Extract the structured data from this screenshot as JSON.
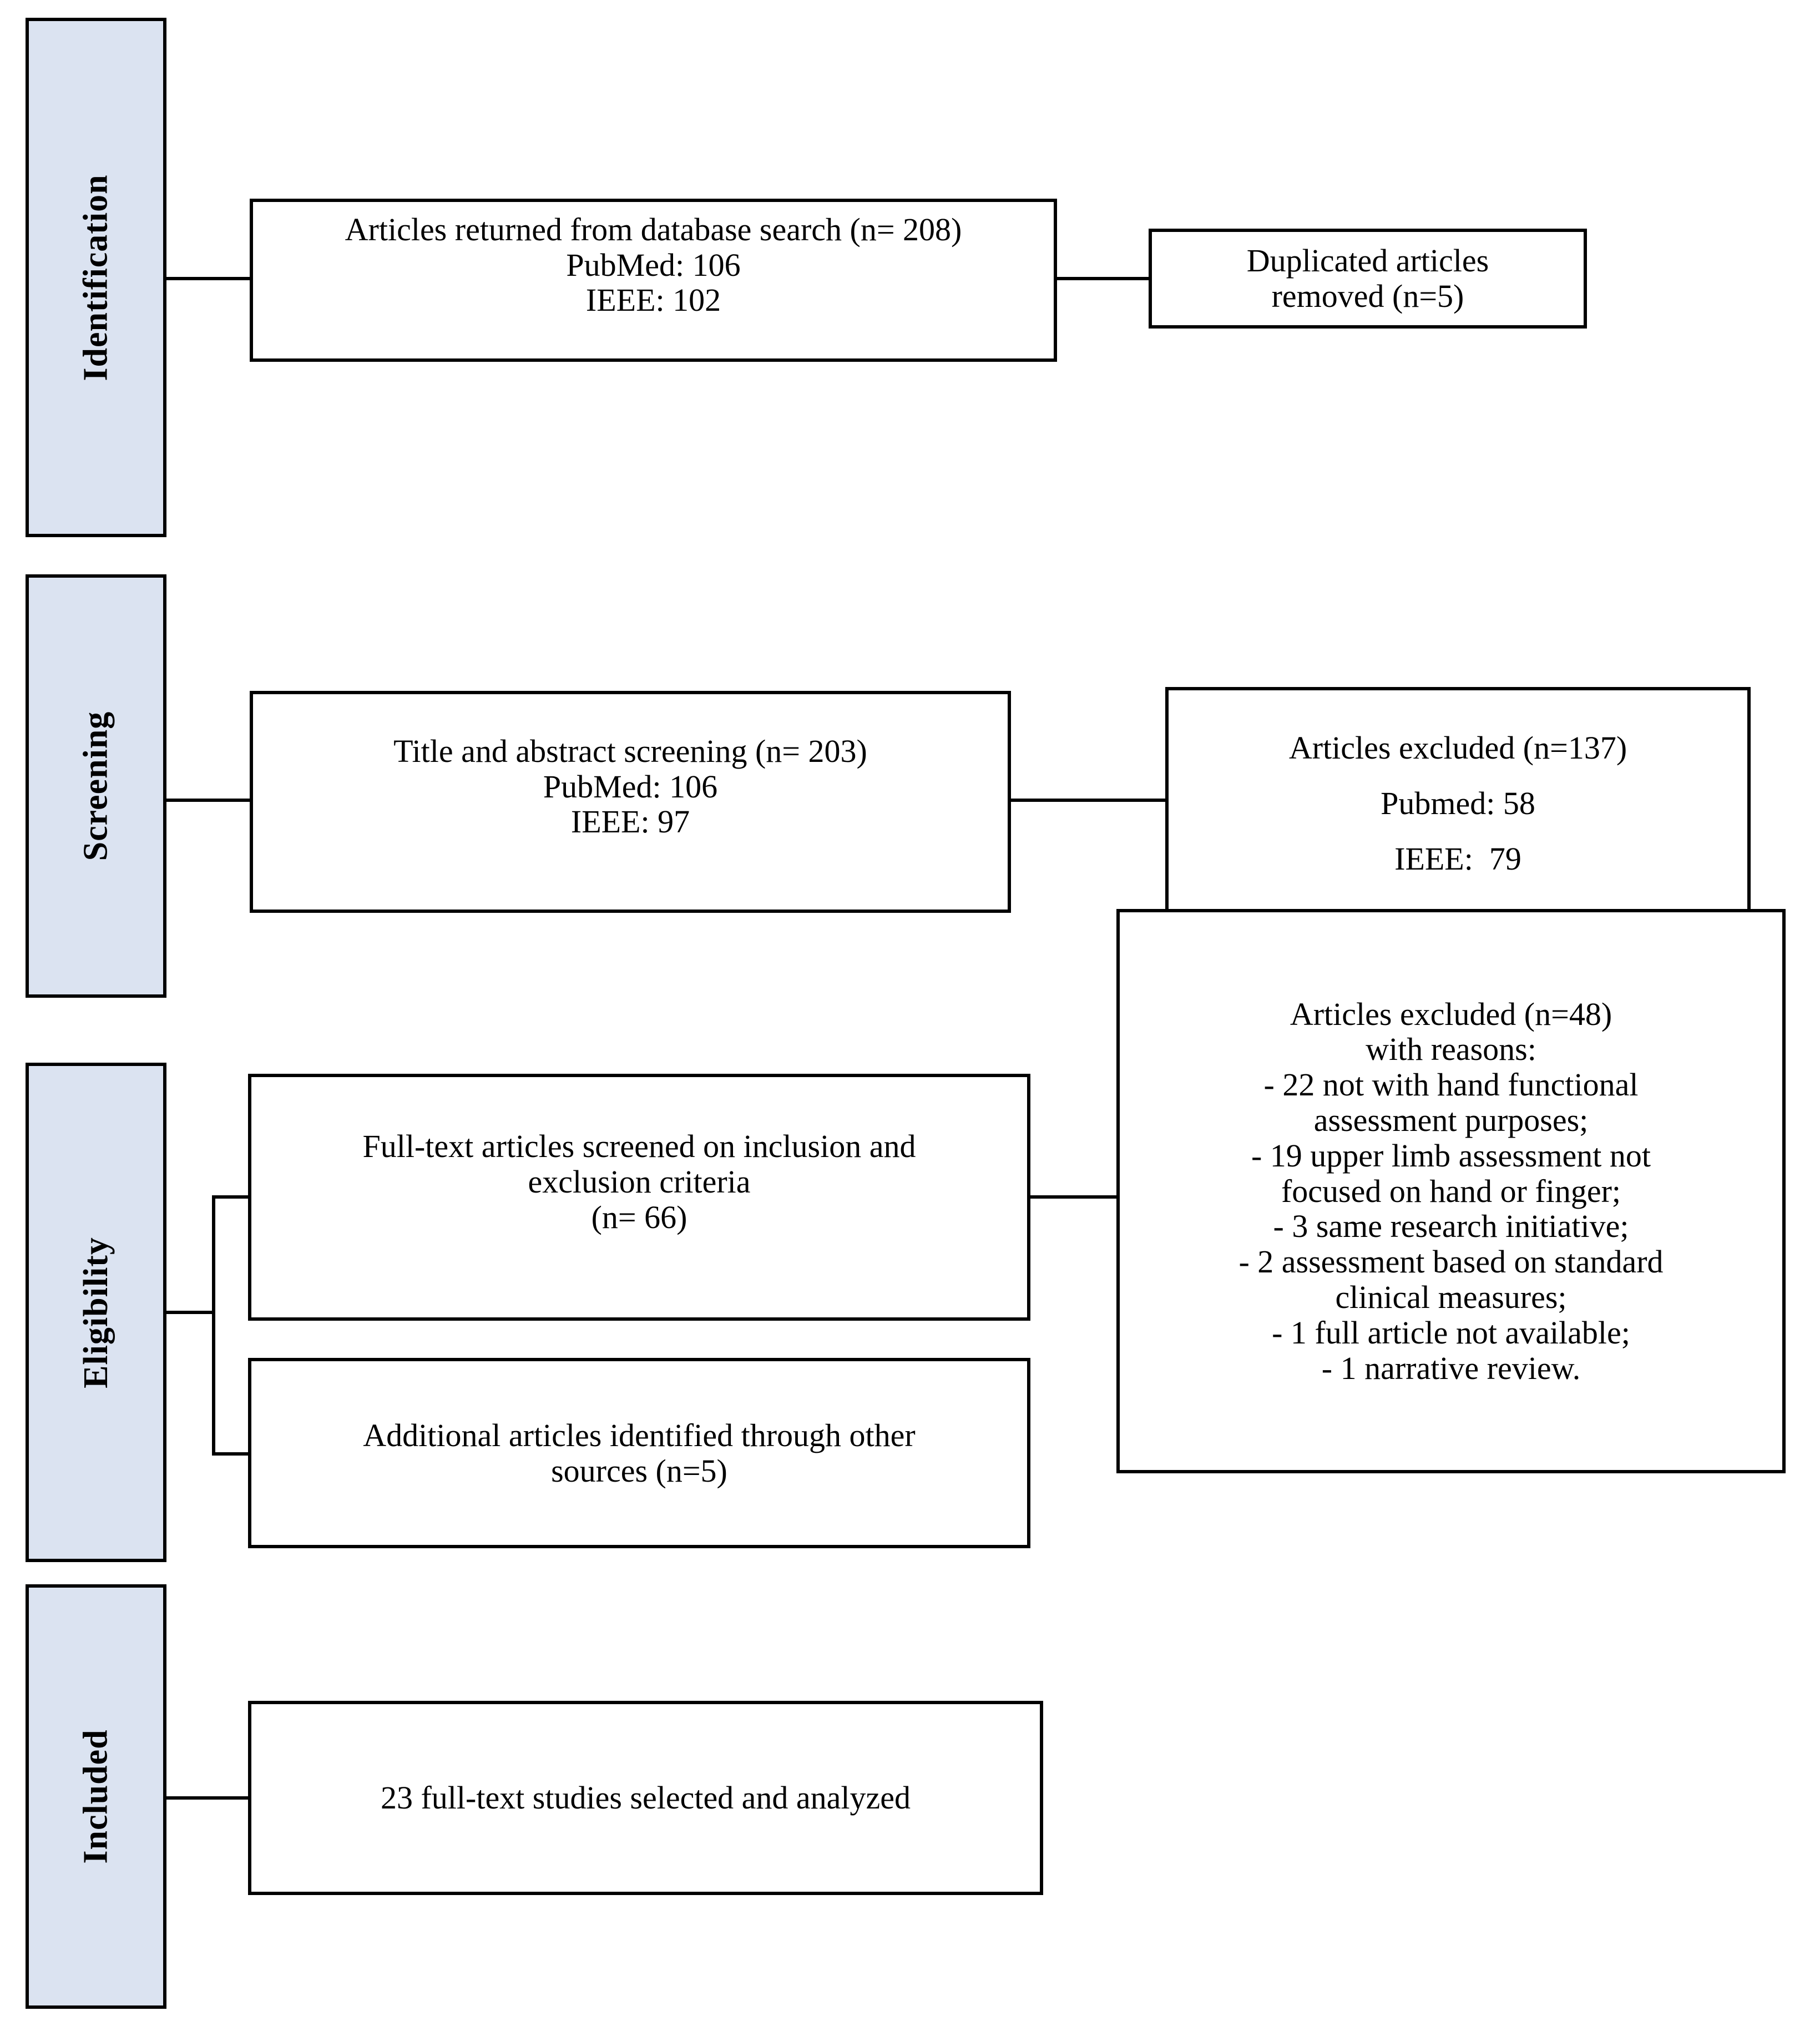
{
  "palette": {
    "background": "#ffffff",
    "sidebar_fill": "#dbe3f1",
    "line_color": "#000000",
    "box_fill": "#ffffff"
  },
  "sidebar": {
    "stages": [
      {
        "label": "Identification"
      },
      {
        "label": "Screening"
      },
      {
        "label": "Eligibility"
      },
      {
        "label": "Included"
      }
    ]
  },
  "flow": {
    "identification_records": {
      "text": "Articles returned from database search (n= 208)\nPubMed: 106\nIEEE: 102"
    },
    "duplicates_removed": {
      "text": "Duplicated articles\nremoved (n=5)"
    },
    "title_abstract_screening": {
      "text": "Title and abstract screening (n= 203)\nPubMed: 106\nIEEE: 97"
    },
    "excluded_screening": {
      "text": "Articles excluded (n=137)\nPubmed: 58\nIEEE:  79"
    },
    "fulltext_screened": {
      "text": "Full-text articles screened on inclusion and\nexclusion criteria\n(n= 66)"
    },
    "excluded_fulltext": {
      "text": "Articles excluded (n=48)\nwith reasons:\n- 22 not with hand functional\nassessment purposes;\n- 19 upper limb assessment not\nfocused on hand or finger;\n- 3 same research initiative;\n- 2 assessment based on standard\nclinical measures;\n- 1 full article not available;\n- 1 narrative review."
    },
    "additional_sources": {
      "text": "Additional articles identified through other\nsources (n=5)"
    },
    "included_studies": {
      "text": "23 full-text studies selected and analyzed"
    }
  }
}
